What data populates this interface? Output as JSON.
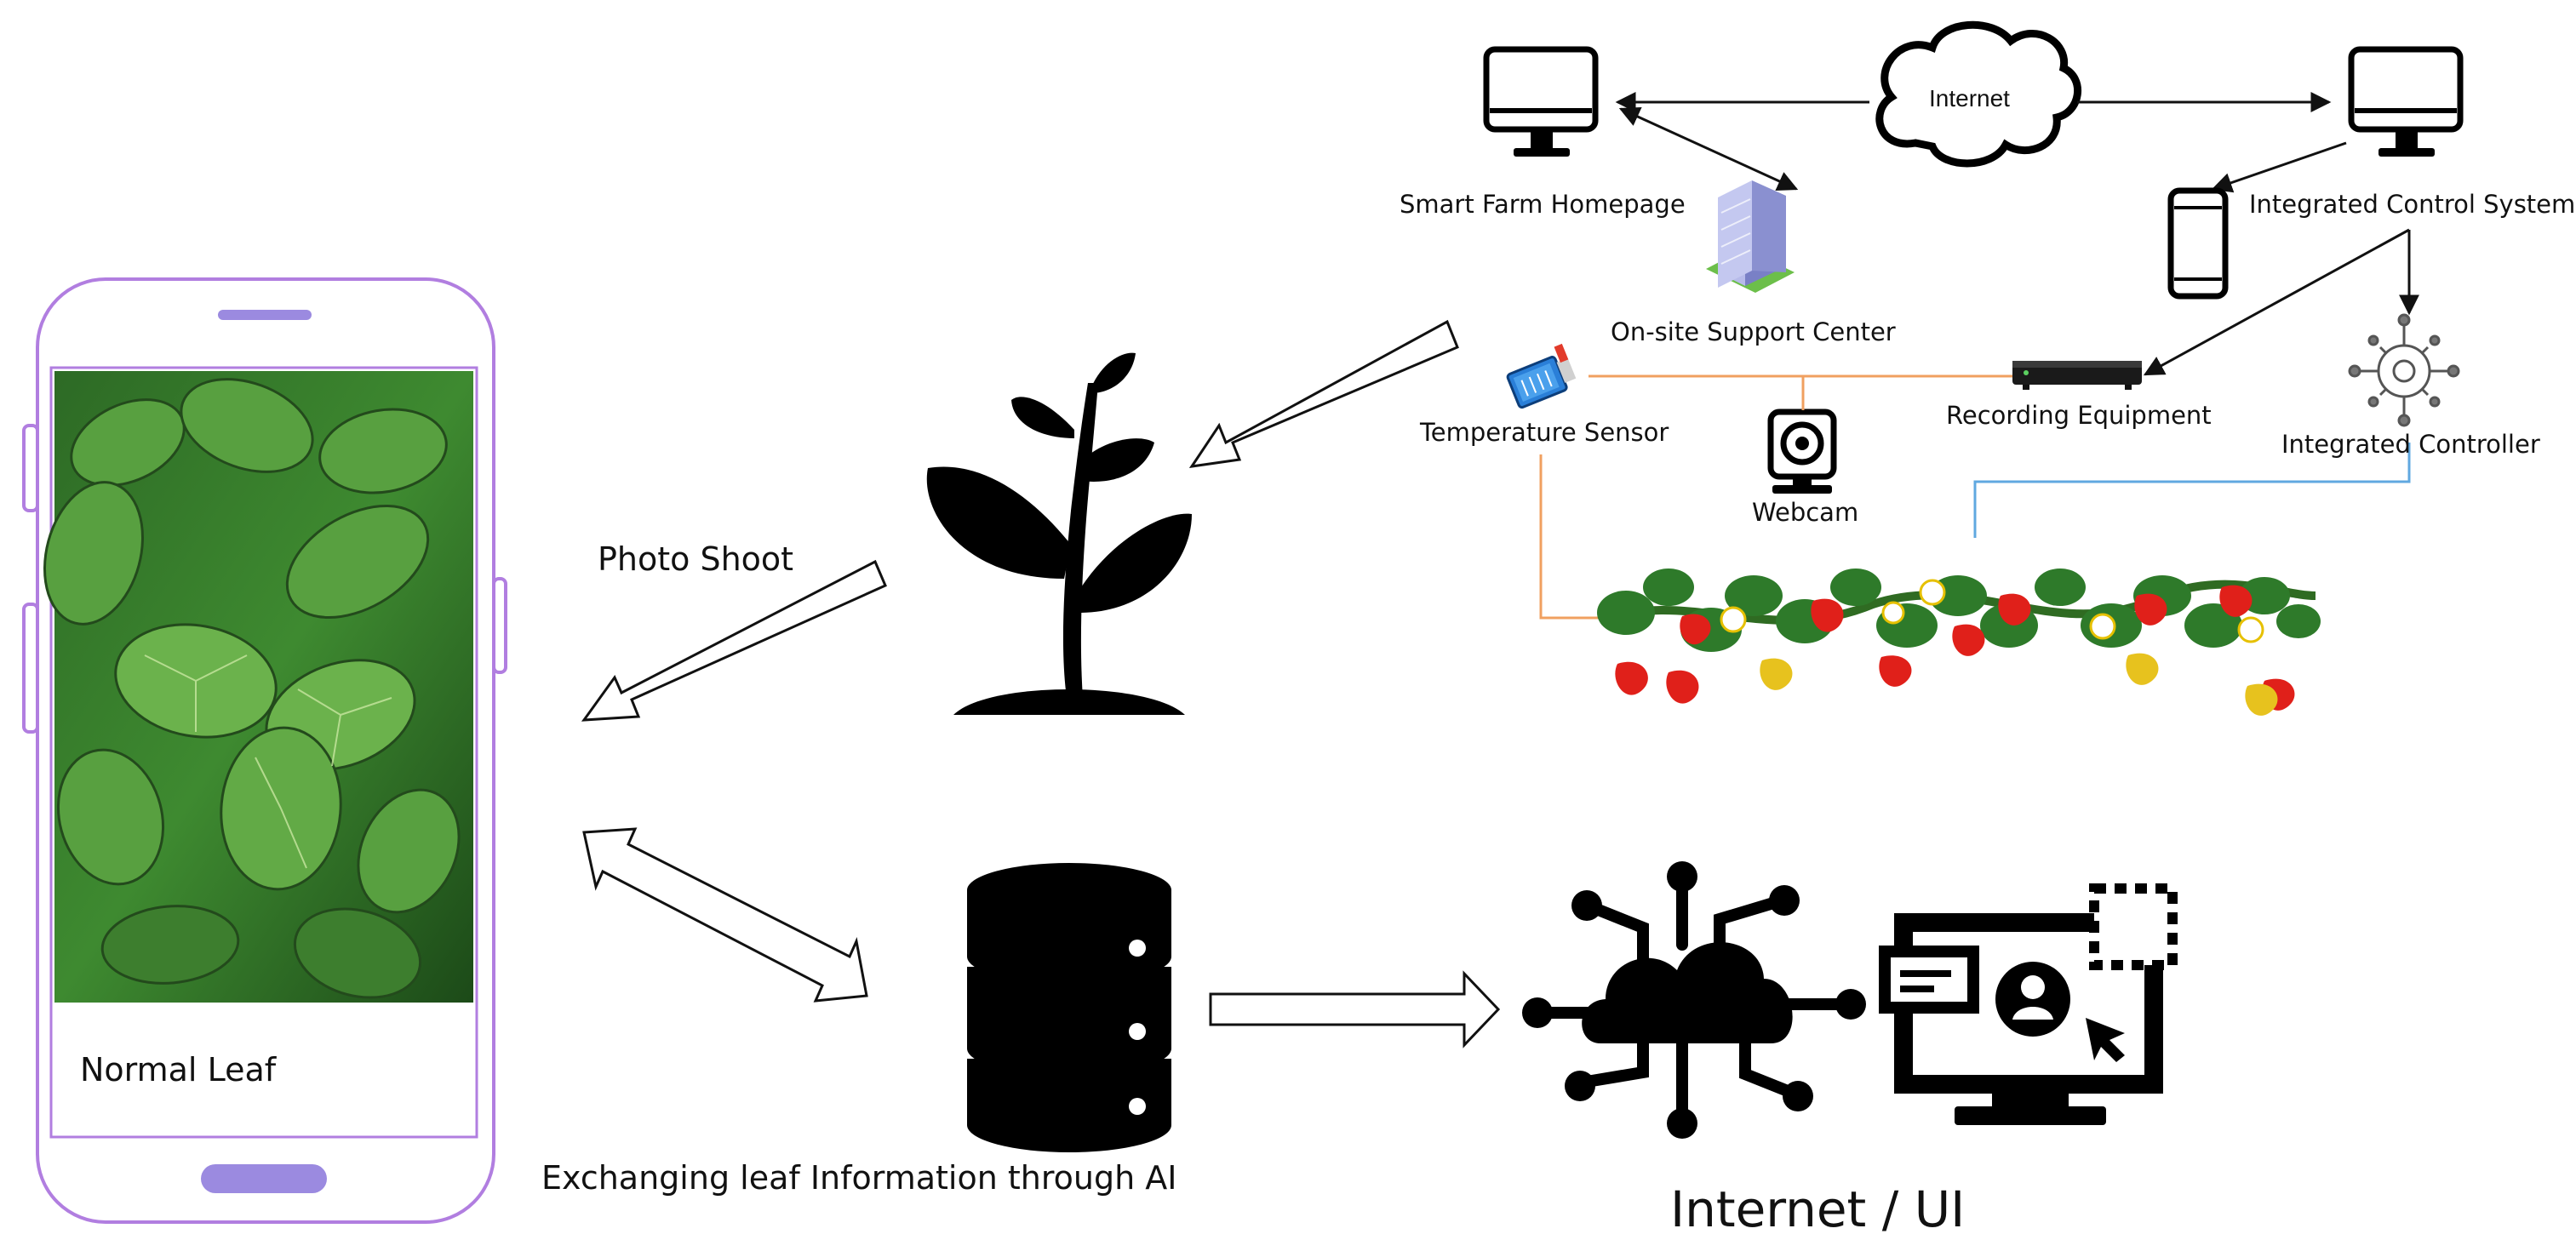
{
  "labels": {
    "photo_shoot": "Photo Shoot",
    "normal_leaf": "Normal Leaf",
    "exchanging": "Exchanging leaf Information through AI",
    "internet_ui": "Internet / UI",
    "internet_cloud": "Internet",
    "smart_farm_homepage": "Smart Farm Homepage",
    "integrated_control_system": "Integrated Control System",
    "onsite_support_center": "On-site Support Center",
    "temperature_sensor": "Temperature Sensor",
    "recording_equipment": "Recording Equipment",
    "integrated_controller": "Integrated Controller",
    "webcam": "Webcam"
  },
  "colors": {
    "phone_outline": "#b17ee0",
    "phone_accent": "#9b8ae0",
    "leaf_dark": "#1f4d1a",
    "leaf_light": "#5fa03c",
    "sensor_wire": "#f0a060",
    "controller_wire": "#60a8e0",
    "strawberry": "#e0201a",
    "building": "#9aa0d8"
  },
  "icons": [
    "smartphone-icon",
    "plant-icon",
    "database-icon",
    "cloud-network-icon",
    "computer-user-icon",
    "monitor-icon",
    "cloud-icon",
    "mobile-icon",
    "building-icon",
    "sensor-icon",
    "recorder-icon",
    "webcam-icon",
    "gear-controller-icon",
    "strawberry-vine-icon"
  ]
}
